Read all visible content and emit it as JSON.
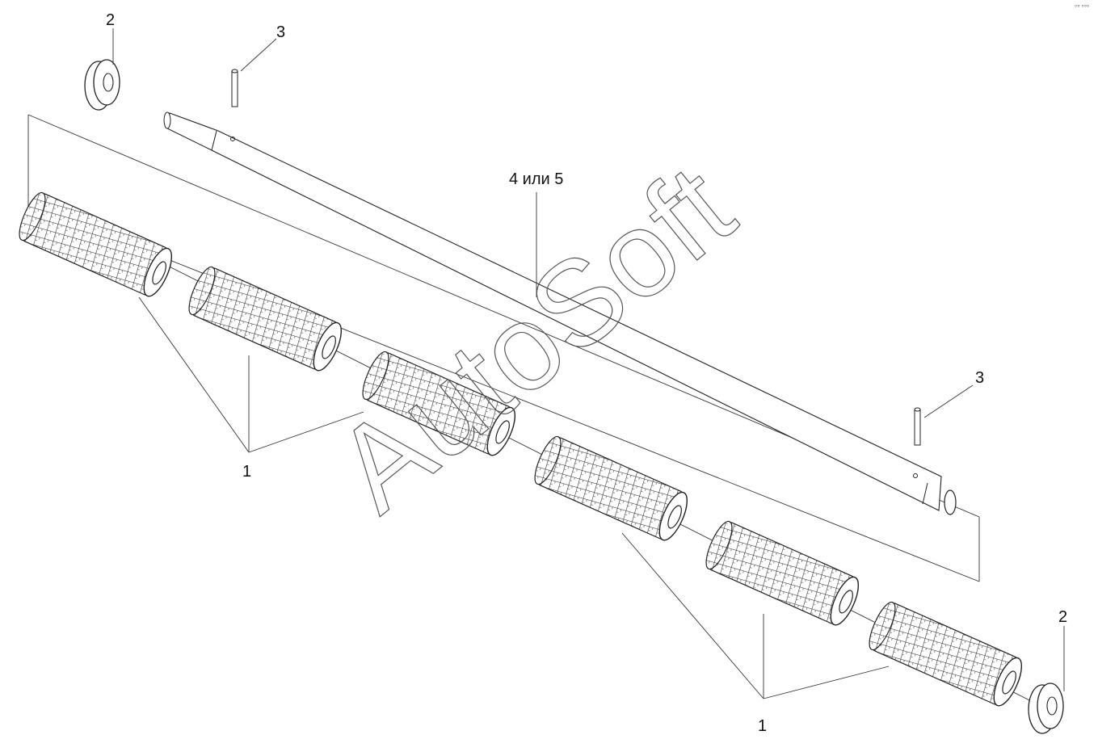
{
  "diagram": {
    "callouts": {
      "washer_top": "2",
      "pin_top": "3",
      "shaft": "4 или 5",
      "pin_right": "3",
      "washer_bottom": "2",
      "rollers_left": "1",
      "rollers_right": "1"
    },
    "watermark": "AutoSoft",
    "corner_mark": "°° °°°"
  },
  "colors": {
    "line": "#333333",
    "roller_mesh": "#222222",
    "background": "#ffffff"
  }
}
